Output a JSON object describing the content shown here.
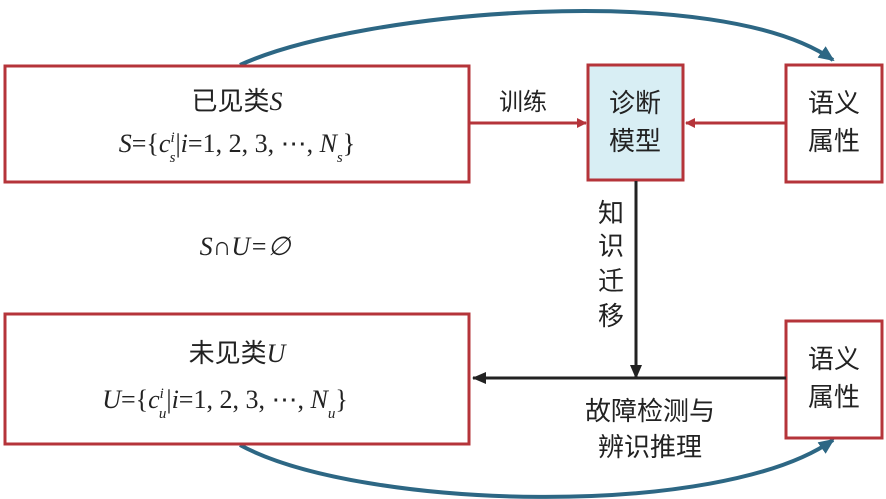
{
  "seen": {
    "title": "已见类",
    "sym": "S",
    "set_lhs": "S",
    "eq": "={",
    "c": "c",
    "sup": "i",
    "sub": "s",
    "bar": "|",
    "i": "i",
    "rest": "=1, 2, 3, ⋯, ",
    "N": "N",
    "close": "}"
  },
  "unseen": {
    "title": "未见类",
    "sym": "U",
    "set_lhs": "U",
    "eq": "={",
    "c": "c",
    "sup": "i",
    "sub": "u",
    "bar": "|",
    "i": "i",
    "rest": "=1, 2, 3, ⋯, ",
    "N": "N",
    "close": "}"
  },
  "intersection": "S∩U=∅",
  "train_label": "训练",
  "model": {
    "line1": "诊断",
    "line2": "模型"
  },
  "attr_top": {
    "line1": "语义",
    "line2": "属性"
  },
  "attr_bottom": {
    "line1": "语义",
    "line2": "属性"
  },
  "transfer": [
    "知",
    "识",
    "迁",
    "移"
  ],
  "detect": {
    "line1": "故障检测与",
    "line2": "辨识推理"
  },
  "colors": {
    "box_border": "#b5343a",
    "model_fill": "#d8eef4",
    "curve": "#2d6784",
    "black": "#222222"
  }
}
